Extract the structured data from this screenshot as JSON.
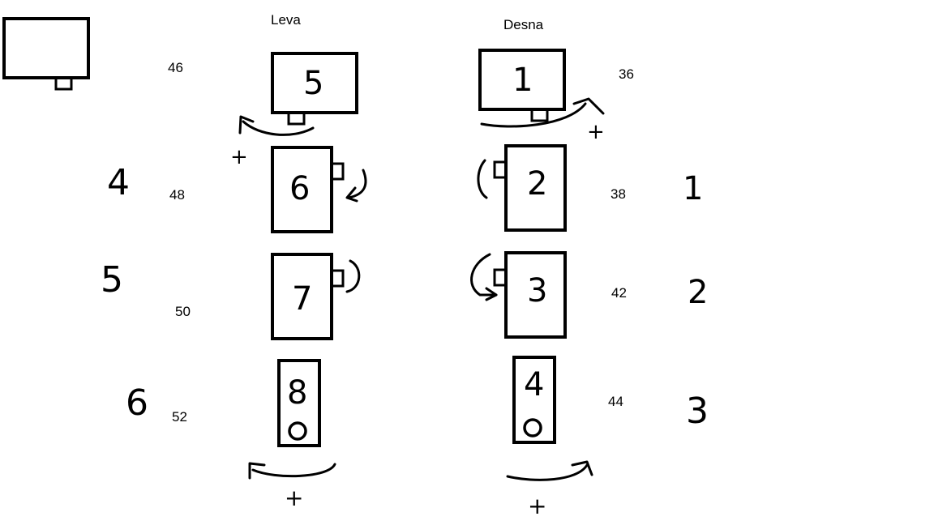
{
  "columns": {
    "left": "Leva",
    "right": "Desna"
  },
  "legend_numbers": [
    "4",
    "5",
    "6"
  ],
  "right_side_numbers": [
    "1",
    "2",
    "3"
  ],
  "left_column": [
    {
      "number": "5",
      "seat": "46"
    },
    {
      "number": "6",
      "seat": "48"
    },
    {
      "number": "7",
      "seat": "50"
    },
    {
      "number": "8",
      "seat": "52"
    }
  ],
  "right_column": [
    {
      "number": "1",
      "seat": "36"
    },
    {
      "number": "2",
      "seat": "38"
    },
    {
      "number": "3",
      "seat": "42"
    },
    {
      "number": "4",
      "seat": "44"
    }
  ],
  "plus_sign": "+",
  "legend_icon": "monitor-icon"
}
